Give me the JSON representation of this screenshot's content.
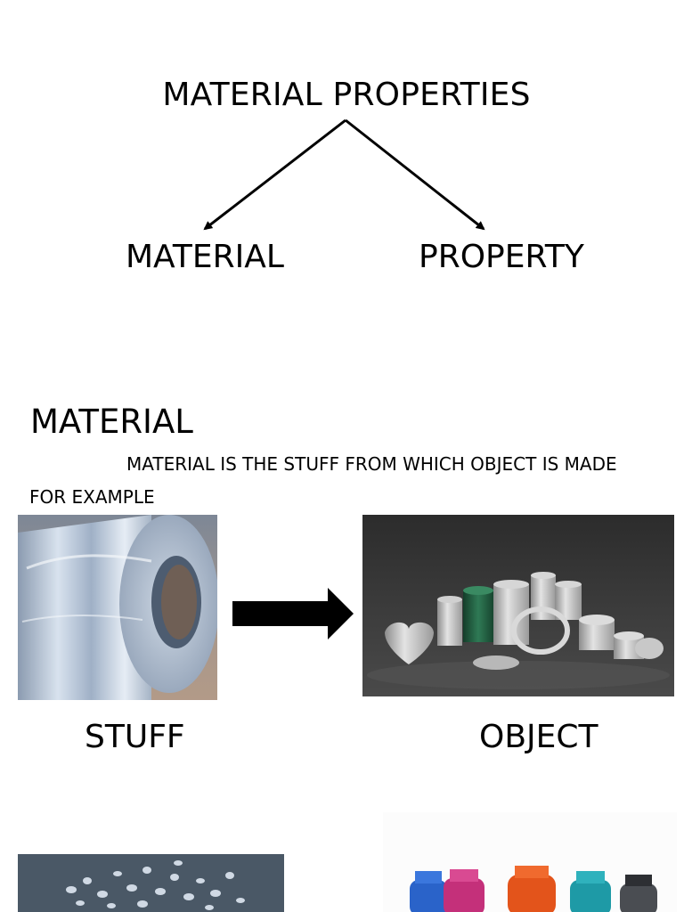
{
  "diagram": {
    "title": "MATERIAL PROPERTIES",
    "left_branch": "MATERIAL",
    "right_branch": "PROPERTY"
  },
  "section": {
    "heading": "MATERIAL",
    "definition": "MATERIAL IS THE STUFF FROM WHICH OBJECT IS MADE",
    "example_label": "FOR EXAMPLE"
  },
  "example": {
    "stuff_image": "steel-coil",
    "object_image": "metal-tin-containers",
    "stuff_caption": "STUFF",
    "object_caption": "OBJECT"
  },
  "bottom_images": [
    "plastic-pellets",
    "colored-plastic-bottles"
  ],
  "colors": {
    "text": "#000000",
    "background": "#ffffff"
  }
}
